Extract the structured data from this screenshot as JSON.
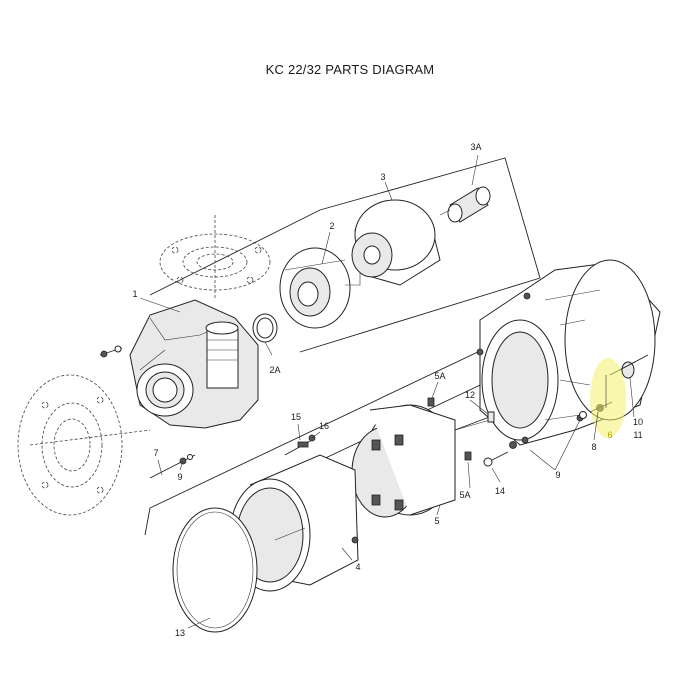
{
  "title": "KC 22/32 PARTS DIAGRAM",
  "highlight_color": "#f2f06a",
  "labels": {
    "p1": "1",
    "p2": "2",
    "p2a": "2A",
    "p3": "3",
    "p3a": "3A",
    "p4": "4",
    "p5": "5",
    "p5a_top": "5A",
    "p5a_bottom": "5A",
    "p6": "6",
    "p7": "7",
    "p8": "8",
    "p9_left": "9",
    "p9_right": "9",
    "p10": "10",
    "p11": "11",
    "p12": "12",
    "p13": "13",
    "p14": "14",
    "p15": "15",
    "p16": "16"
  }
}
